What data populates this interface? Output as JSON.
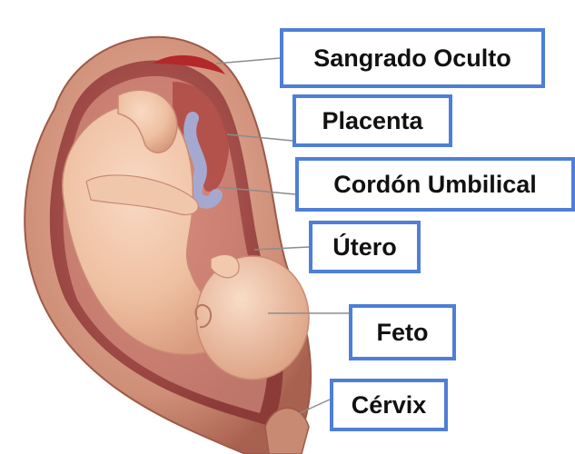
{
  "labels": {
    "sangrado_oculto": "Sangrado Oculto",
    "placenta": "Placenta",
    "cordon_umbilical": "Cordón Umbilical",
    "utero": "Útero",
    "feto": "Feto",
    "cervix": "Cérvix"
  },
  "colors": {
    "label_border": "#4f7fd6",
    "uterus_wall": "#c98a74",
    "uterus_inner": "#e6a994",
    "fetus_skin": "#efc3a6",
    "placenta": "#b04c47",
    "bleeding": "#b3282a",
    "umbilical_cord": "#a6a9cf",
    "leader_line": "#8c8c8c"
  }
}
